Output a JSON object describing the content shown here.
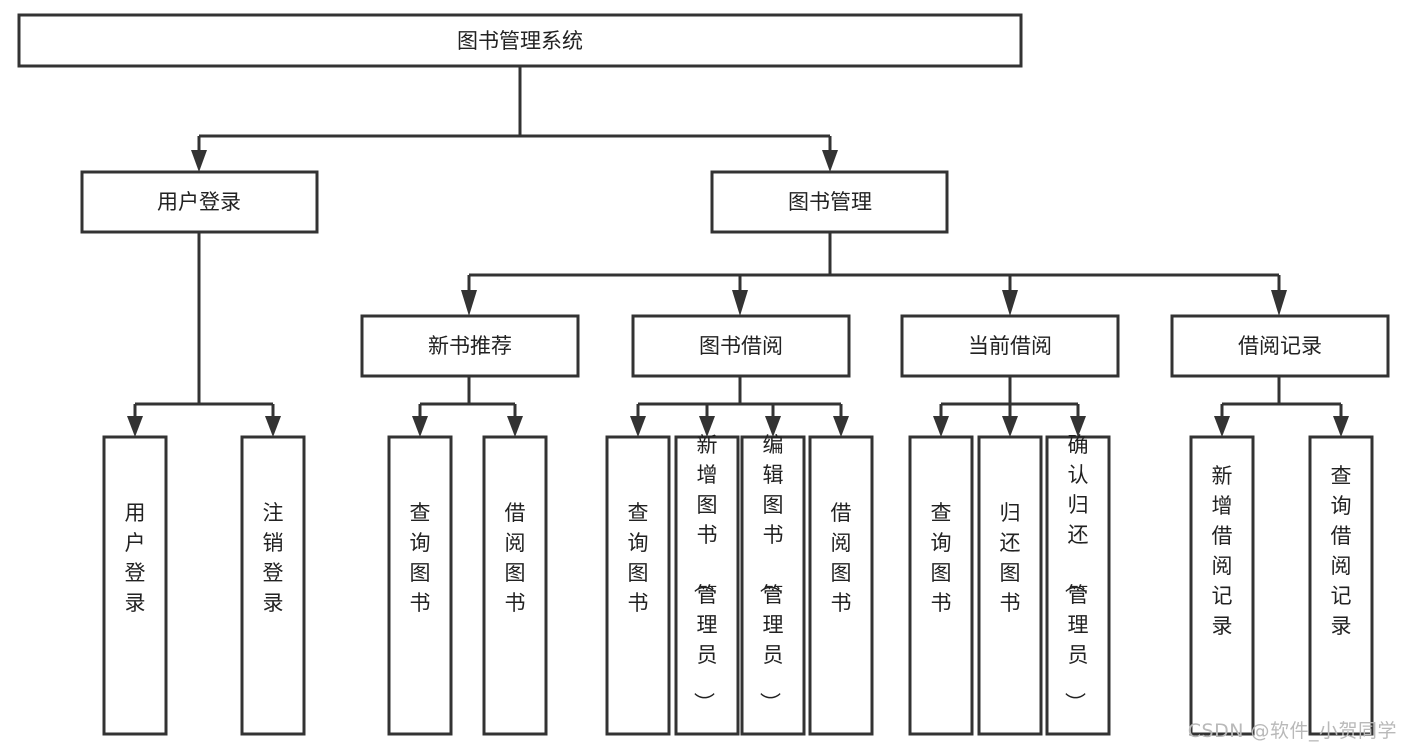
{
  "diagram": {
    "title": "图书管理系统",
    "type": "hierarchy-tree",
    "root": {
      "id": "root",
      "label": "图书管理系统"
    },
    "level2": [
      {
        "id": "user-login",
        "label": "用户登录"
      },
      {
        "id": "book-management",
        "label": "图书管理"
      }
    ],
    "level3": [
      {
        "id": "new-book-recommend",
        "label": "新书推荐",
        "parent": "book-management"
      },
      {
        "id": "book-borrow",
        "label": "图书借阅",
        "parent": "book-management"
      },
      {
        "id": "current-borrow",
        "label": "当前借阅",
        "parent": "book-management"
      },
      {
        "id": "borrow-record",
        "label": "借阅记录",
        "parent": "book-management"
      }
    ],
    "leaves": {
      "user-login": [
        {
          "id": "leaf-user-login",
          "label": "用户登录"
        },
        {
          "id": "leaf-logout-login",
          "label": "注销登录"
        }
      ],
      "new-book-recommend": [
        {
          "id": "leaf-query-book-1",
          "label": "查询图书"
        },
        {
          "id": "leaf-borrow-book-1",
          "label": "借阅图书"
        }
      ],
      "book-borrow": [
        {
          "id": "leaf-query-book-2",
          "label": "查询图书"
        },
        {
          "id": "leaf-add-book-admin",
          "label": "新增图书（管理员）"
        },
        {
          "id": "leaf-edit-book-admin",
          "label": "编辑图书（管理员）"
        },
        {
          "id": "leaf-borrow-book-2",
          "label": "借阅图书"
        }
      ],
      "current-borrow": [
        {
          "id": "leaf-query-book-3",
          "label": "查询图书"
        },
        {
          "id": "leaf-return-book",
          "label": "归还图书"
        },
        {
          "id": "leaf-confirm-return-admin",
          "label": "确认归还（管理员）"
        }
      ],
      "borrow-record": [
        {
          "id": "leaf-add-borrow-record",
          "label": "新增借阅记录"
        },
        {
          "id": "leaf-query-borrow-record",
          "label": "查询借阅记录"
        }
      ]
    }
  },
  "watermark": {
    "text": "CSDN @软件_小贺同学"
  },
  "colors": {
    "stroke": "#333333",
    "fill": "#ffffff",
    "text": "#222222",
    "watermark": "#b9b9b9"
  }
}
